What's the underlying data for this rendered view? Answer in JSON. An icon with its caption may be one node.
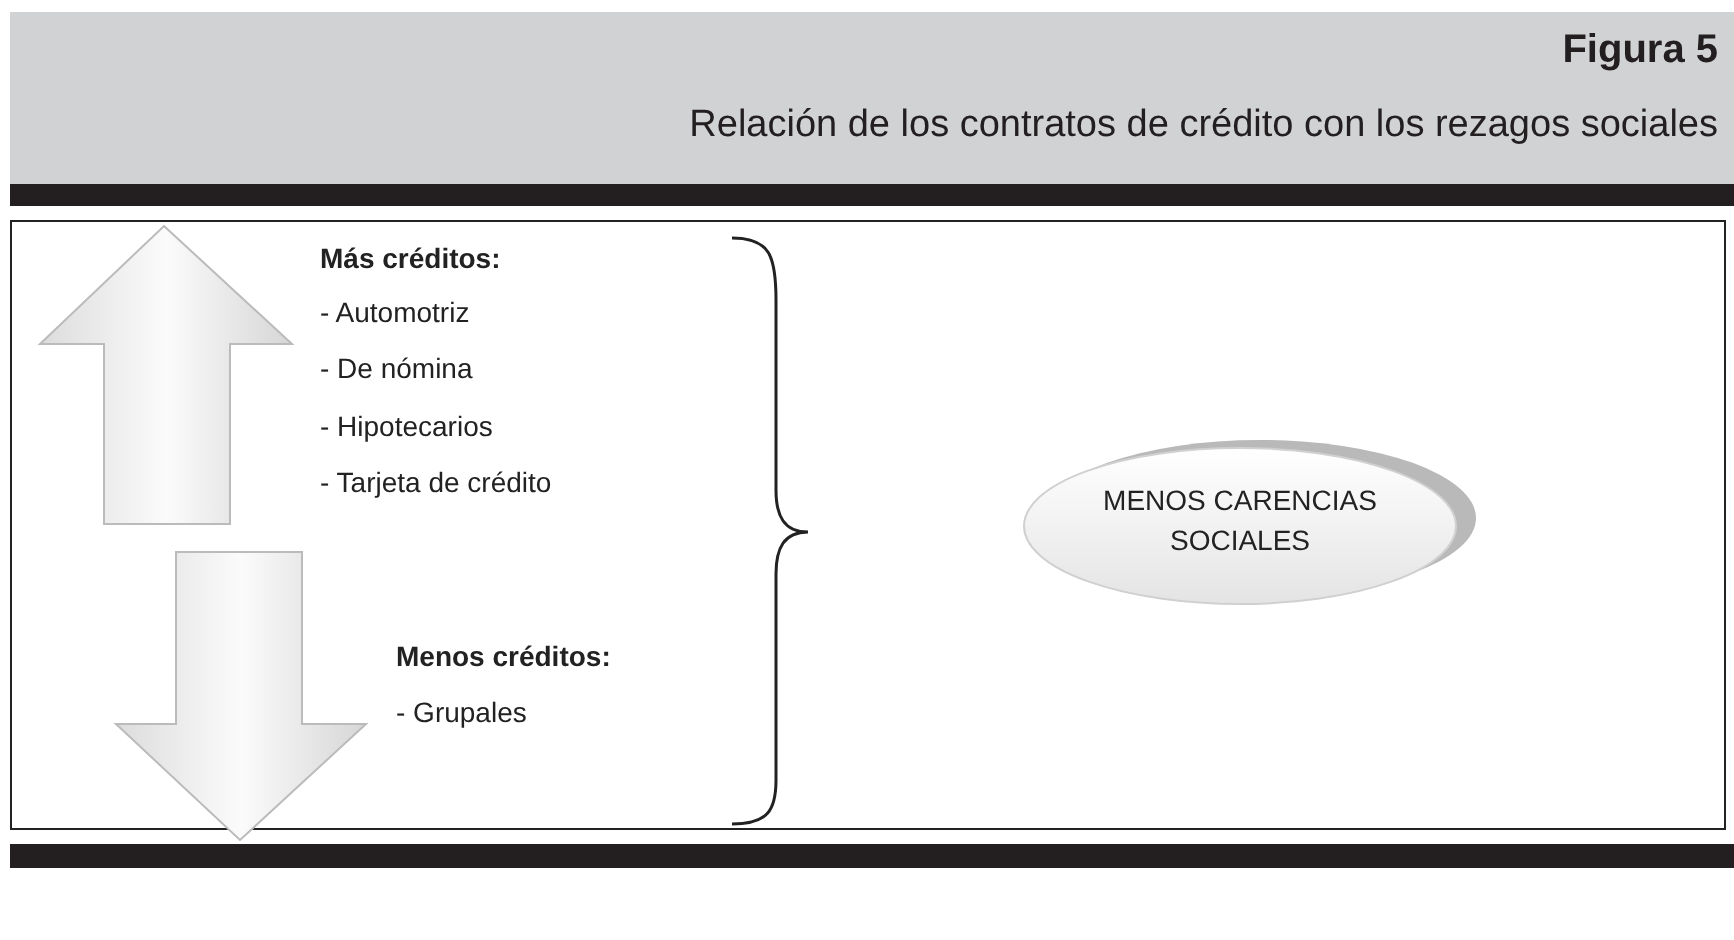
{
  "diagram": {
    "title": "Figura 5",
    "caption": "Relación de los contratos de crédito con los rezagos sociales",
    "nodes": [
      {
        "text": [
          "MENOS CARENCIAS SOCIALES"
        ]
      }
    ],
    "labels": [
      "Más créditos:",
      "- Automotriz",
      "- De nómina",
      "- Hipotecarios",
      "- Tarjeta de crédito",
      "Menos créditos:",
      "- Grupales"
    ]
  }
}
